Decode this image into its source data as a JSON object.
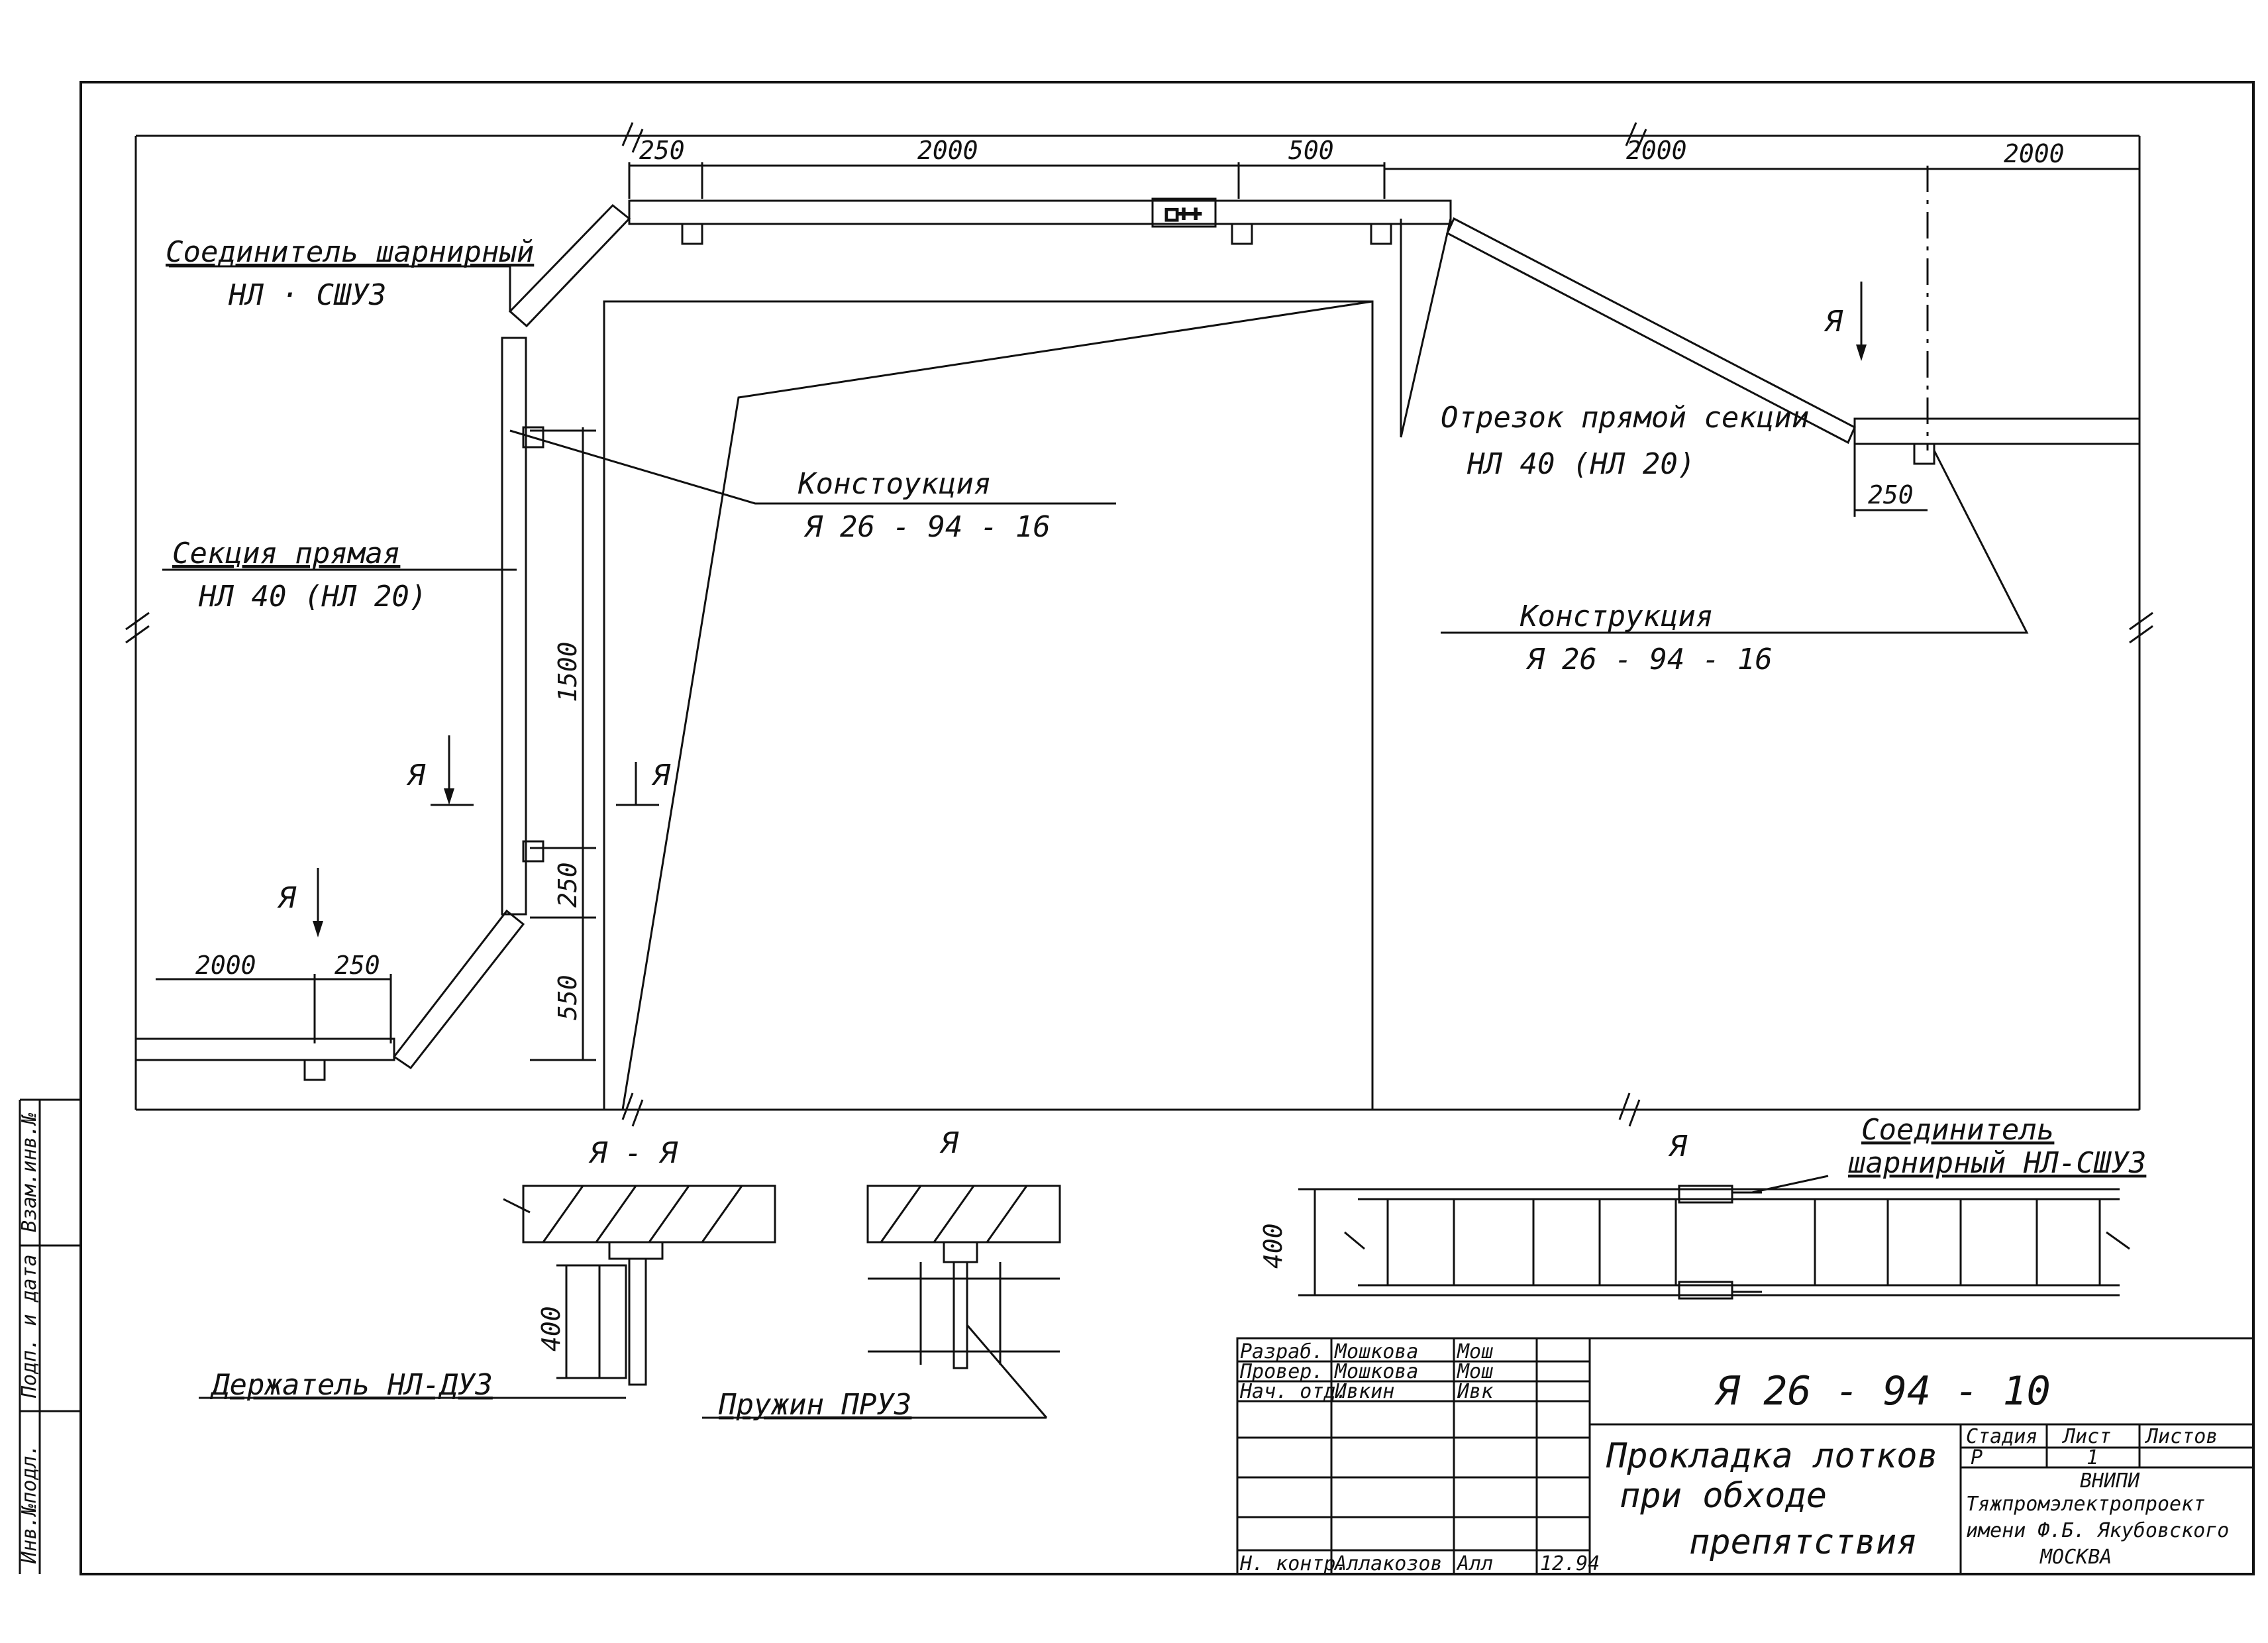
{
  "drawing": {
    "labels": {
      "connector_top": {
        "line1": "Соединитель шарнирный",
        "line2": "НЛ · СШУ3"
      },
      "construction_left": {
        "line1": "Констоукция",
        "line2": "Я 26 - 94 - 16"
      },
      "section_straight": {
        "line1": "Секция прямая",
        "line2": "НЛ 40 (НЛ 20)"
      },
      "segment_right": {
        "line1": "Отрезок прямой секции",
        "line2": "НЛ 40 (НЛ 20)"
      },
      "construction_right": {
        "line1": "Конструкция",
        "line2": "Я 26 - 94 - 16"
      },
      "connector_bottom": {
        "line1": "Соединитель",
        "line2": "шарнирный НЛ-СШУ3"
      },
      "holder": "Держатель НЛ-ДУ3",
      "spring": "Пружин ПРУ3"
    },
    "dimensions": {
      "top": [
        "250",
        "2000",
        "500",
        "2000",
        "2000"
      ],
      "right_250": "250",
      "vertical": [
        "1500",
        "250",
        "550"
      ],
      "bottom_left": [
        "2000",
        "250"
      ],
      "section_400": "400",
      "plan_400": "400"
    },
    "section_marks": {
      "a": "Я",
      "aa": "Я - Я",
      "cut_a": "Я",
      "plan_a": "Я"
    },
    "left_margin": [
      "Инв.№подл.",
      "Подп. и дата",
      "Взам.инв.№"
    ]
  },
  "title_block": {
    "roles": [
      {
        "role": "Разраб.",
        "name": "Мошкова",
        "sign": "Мош"
      },
      {
        "role": "Провер.",
        "name": "Мошкова",
        "sign": "Мош"
      },
      {
        "role": "Нач. отд.",
        "name": "Ивкин",
        "sign": "Ивк"
      },
      {
        "role": "Н. контр.",
        "name": "Аллакозов",
        "sign": "Алл",
        "date": "12.94"
      }
    ],
    "code": "Я 26 - 94 - 10",
    "title": {
      "line1": "Прокладка лотков",
      "line2": "при обходе",
      "line3": "препятствия"
    },
    "stage_header": "Стадия",
    "sheet_header": "Лист",
    "sheets_header": "Листов",
    "stage_value": "Р",
    "sheet_value": "1",
    "org": {
      "line1": "ВНИПИ",
      "line2": "Тяжпромэлектропроект",
      "line3": "имени Ф.Б. Якубовского",
      "line4": "МОСКВА"
    }
  }
}
